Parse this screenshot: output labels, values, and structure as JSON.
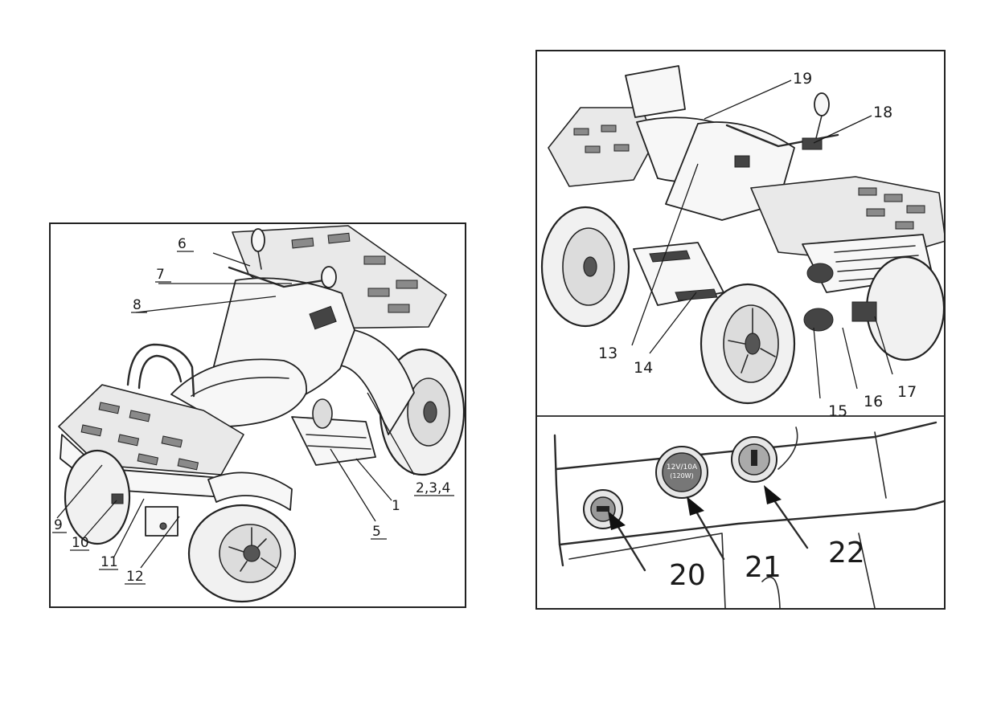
{
  "left_figure": {
    "labels": [
      "6",
      "7",
      "8",
      "9",
      "10",
      "11",
      "12",
      "5",
      "1",
      "2,3,4"
    ]
  },
  "right_top_figure": {
    "labels": [
      "19",
      "18",
      "13",
      "14",
      "15",
      "16",
      "17"
    ]
  },
  "right_bottom_figure": {
    "socket_text_line1": "12V/10A",
    "socket_text_line2": "(120W)",
    "labels": [
      "20",
      "21",
      "22"
    ]
  }
}
